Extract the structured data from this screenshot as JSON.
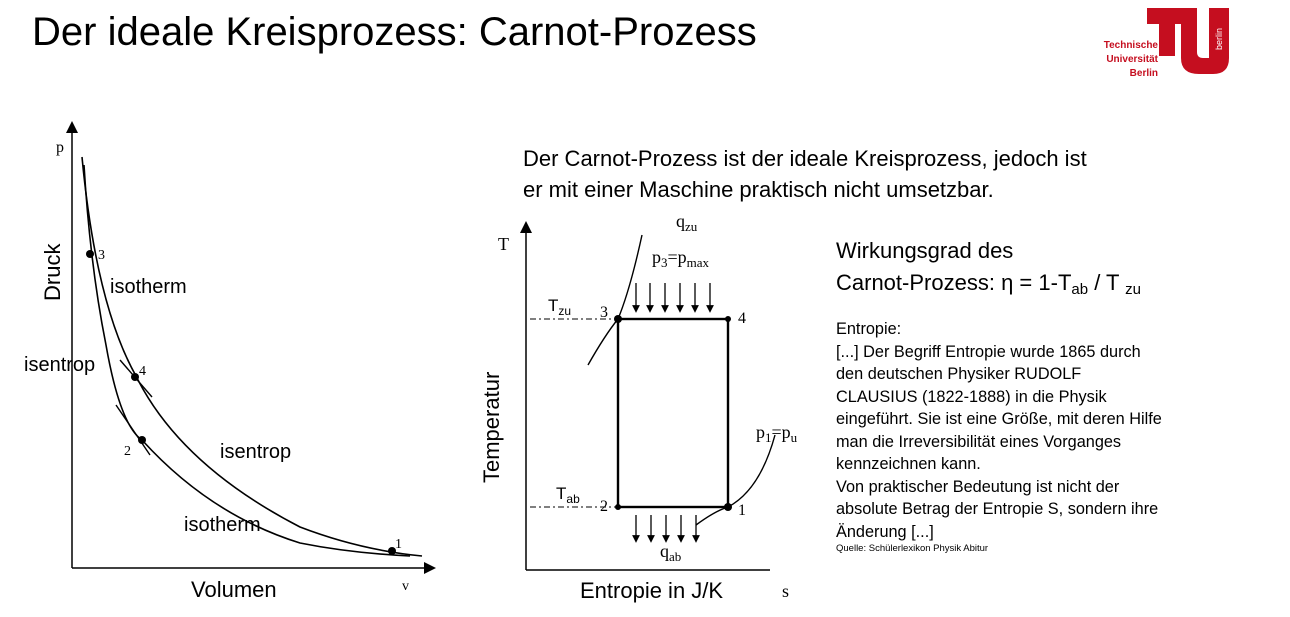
{
  "slide": {
    "title": "Der ideale Kreisprozess: Carnot-Prozess",
    "logo_lines": [
      "Technische",
      "Universität",
      "Berlin"
    ],
    "logo_side_text": "berlin",
    "logo_color": "#c50e1f"
  },
  "intro_lines": [
    "Der Carnot-Prozess ist der ideale Kreisprozess, jedoch ist",
    "er mit einer Maschine praktisch nicht umsetzbar."
  ],
  "efficiency": {
    "line1": "Wirkungsgrad des",
    "prefix": "Carnot-Prozess: ",
    "eta": "η",
    "eq": " = 1-T",
    "sub_ab": "ab",
    "slash": " / T ",
    "sub_zu": "zu"
  },
  "entropy_text": [
    "Entropie:",
    "[...] Der Begriff Entropie wurde 1865 durch",
    "den deutschen Physiker RUDOLF",
    "CLAUSIUS (1822-1888) in die Physik",
    "eingeführt. Sie ist eine Größe, mit deren Hilfe",
    "man die Irreversibilität eines Vorganges",
    "kennzeichnen kann.",
    "Von praktischer Bedeutung ist nicht der",
    "absolute Betrag der Entropie S, sondern ihre",
    "Änderung [...]"
  ],
  "source": "Quelle: Schülerlexikon Physik Abitur",
  "pv_diagram": {
    "axis_p": "p",
    "axis_v": "v",
    "ylabel": "Druck",
    "xlabel": "Volumen",
    "points": [
      "1",
      "2",
      "3",
      "4"
    ],
    "labels": {
      "isotherm_upper": "isotherm",
      "isentrop_left": "isentrop",
      "isentrop_right": "isentrop",
      "isotherm_lower": "isotherm"
    }
  },
  "ts_diagram": {
    "axis_t": "T",
    "axis_s": "s",
    "ylabel": "Temperatur",
    "xlabel": "Entropie in J/K",
    "points": [
      "1",
      "2",
      "3",
      "4"
    ],
    "q_zu": "q",
    "q_zu_sub": "zu",
    "q_ab": "q",
    "q_ab_sub": "ab",
    "t_zu": "T",
    "t_zu_sub": "zu",
    "t_ab": "T",
    "t_ab_sub": "ab",
    "p3": "p",
    "p3_sub": "3",
    "eq1": "=",
    "pmax": "p",
    "pmax_sub": "max",
    "p1": "p",
    "p1_sub": "1",
    "eq2": "=",
    "pu": "p",
    "pu_sub": "u"
  }
}
